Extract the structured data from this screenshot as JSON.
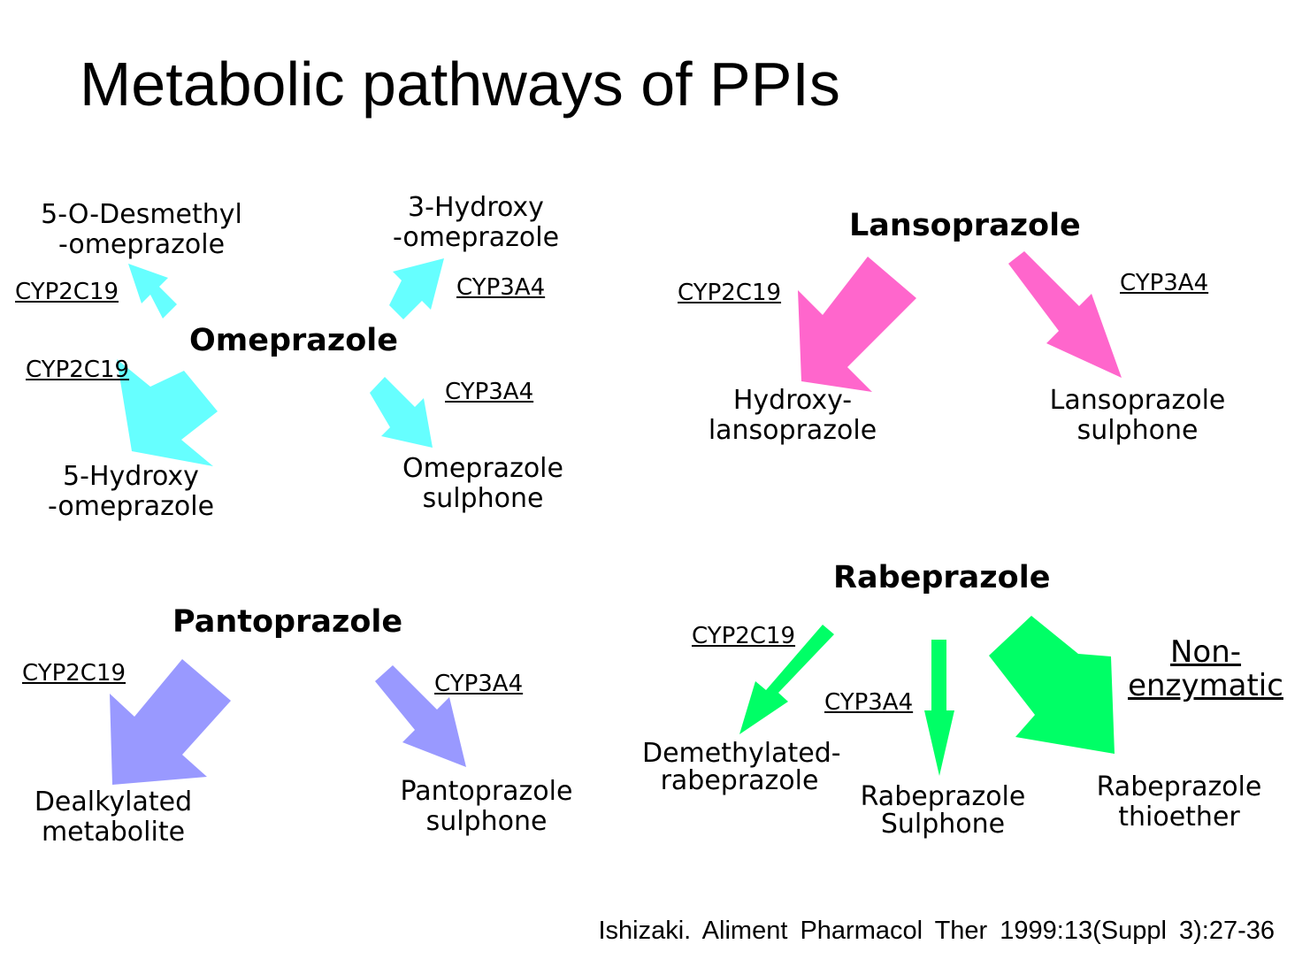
{
  "title": "Metabolic pathways of PPIs",
  "colors": {
    "omeprazole": "#66ffff",
    "lansoprazole": "#ff66cc",
    "pantoprazole": "#9999ff",
    "rabeprazole": "#00ff66"
  },
  "omeprazole": {
    "drug": "Omeprazole",
    "pathways": [
      {
        "metabolite": [
          "5-O-Desmethyl",
          "-omeprazole"
        ],
        "enzyme": "CYP2C19",
        "arrow": "small"
      },
      {
        "metabolite": [
          "3-Hydroxy",
          "-omeprazole"
        ],
        "enzyme": "CYP3A4",
        "arrow": "small"
      },
      {
        "metabolite": [
          "5-Hydroxy",
          "-omeprazole"
        ],
        "enzyme": "CYP2C19",
        "arrow": "large"
      },
      {
        "metabolite": [
          "Omeprazole",
          "sulphone"
        ],
        "enzyme": "CYP3A4",
        "arrow": "small"
      }
    ]
  },
  "lansoprazole": {
    "drug": "Lansoprazole",
    "pathways": [
      {
        "metabolite": [
          "Hydroxy-",
          "lansoprazole"
        ],
        "enzyme": "CYP2C19",
        "arrow": "large"
      },
      {
        "metabolite": [
          "Lansoprazole",
          "sulphone"
        ],
        "enzyme": "CYP3A4",
        "arrow": "small"
      }
    ]
  },
  "pantoprazole": {
    "drug": "Pantoprazole",
    "pathways": [
      {
        "metabolite": [
          "Dealkylated",
          "metabolite"
        ],
        "enzyme": "CYP2C19",
        "arrow": "large"
      },
      {
        "metabolite": [
          "Pantoprazole",
          "sulphone"
        ],
        "enzyme": "CYP3A4",
        "arrow": "small"
      }
    ]
  },
  "rabeprazole": {
    "drug": "Rabeprazole",
    "pathways": [
      {
        "metabolite": [
          "Demethylated-",
          "rabeprazole"
        ],
        "enzyme": "CYP2C19",
        "arrow": "small"
      },
      {
        "metabolite": [
          "Rabeprazole",
          "Sulphone"
        ],
        "enzyme": "CYP3A4",
        "arrow": "small"
      },
      {
        "metabolite": [
          "Rabeprazole",
          "thioether"
        ],
        "enzyme": [
          "Non-",
          "enzymatic"
        ],
        "arrow": "large"
      }
    ]
  },
  "citation": "Ishizaki. Aliment Pharmacol Ther 1999:13(Suppl 3):27-36"
}
